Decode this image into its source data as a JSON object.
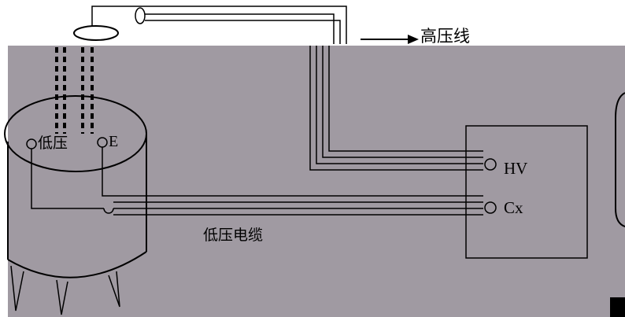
{
  "colors": {
    "background": "#a09aa2",
    "page": "#ffffff",
    "line": "#000000",
    "text": "#000000"
  },
  "labels": {
    "high_voltage_line": "高压线",
    "low_voltage_terminal": "低压",
    "ground_terminal": "E",
    "hv_terminal": "HV",
    "cx_terminal": "Cx",
    "low_voltage_cable": "低压电缆"
  }
}
